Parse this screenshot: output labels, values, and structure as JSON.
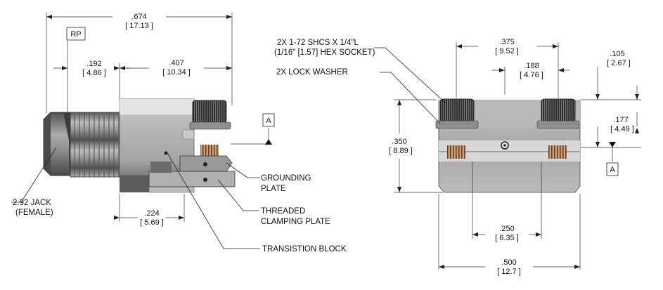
{
  "side_view": {
    "overall": {
      "in": ".674",
      "mm": "[ 17.13 ]"
    },
    "rp": "RP",
    "rp_dim": {
      "in": ".192",
      "mm": "[ 4.86 ]"
    },
    "block_dim": {
      "in": ".407",
      "mm": "[ 10.34 ]"
    },
    "bottom_dim": {
      "in": ".224",
      "mm": "[ 5.69 ]"
    },
    "datum": "A",
    "callouts": {
      "jack": "2.92 JACK",
      "jack_sub": "(FEMALE)",
      "grounding": "GROUNDING",
      "grounding_sub": "PLATE",
      "clamping": "THREADED",
      "clamping_sub": "CLAMPING PLATE",
      "transition": "TRANSISTION BLOCK"
    }
  },
  "front_view": {
    "shcs": "2X 1-72 SHCS X 1/4\"L",
    "shcs_sub": "(1/16\" [1.57] HEX SOCKET)",
    "washer": "2X LOCK WASHER",
    "spacing": {
      "in": ".375",
      "mm": "[ 9.52 ]"
    },
    "half": {
      "in": ".188",
      "mm": "[ 4.76 ]"
    },
    "top_offset": {
      "in": ".105",
      "mm": "[ 2.67 ]"
    },
    "datum_height": {
      "in": ".177",
      "mm": "[ 4.49 ]"
    },
    "height": {
      "in": ".350",
      "mm": "[ 8.89 ]"
    },
    "pin_spacing": {
      "in": ".250",
      "mm": "[ 6.35 ]"
    },
    "width": {
      "in": ".500",
      "mm": "[ 12.7 ]"
    },
    "datum": "A"
  },
  "colors": {
    "metal_light": "#d8d8d8",
    "metal_mid": "#a9a9a9",
    "metal_dark": "#6d6d6d",
    "screw": "#2b2b2b",
    "spring": "#8a5a3a"
  }
}
